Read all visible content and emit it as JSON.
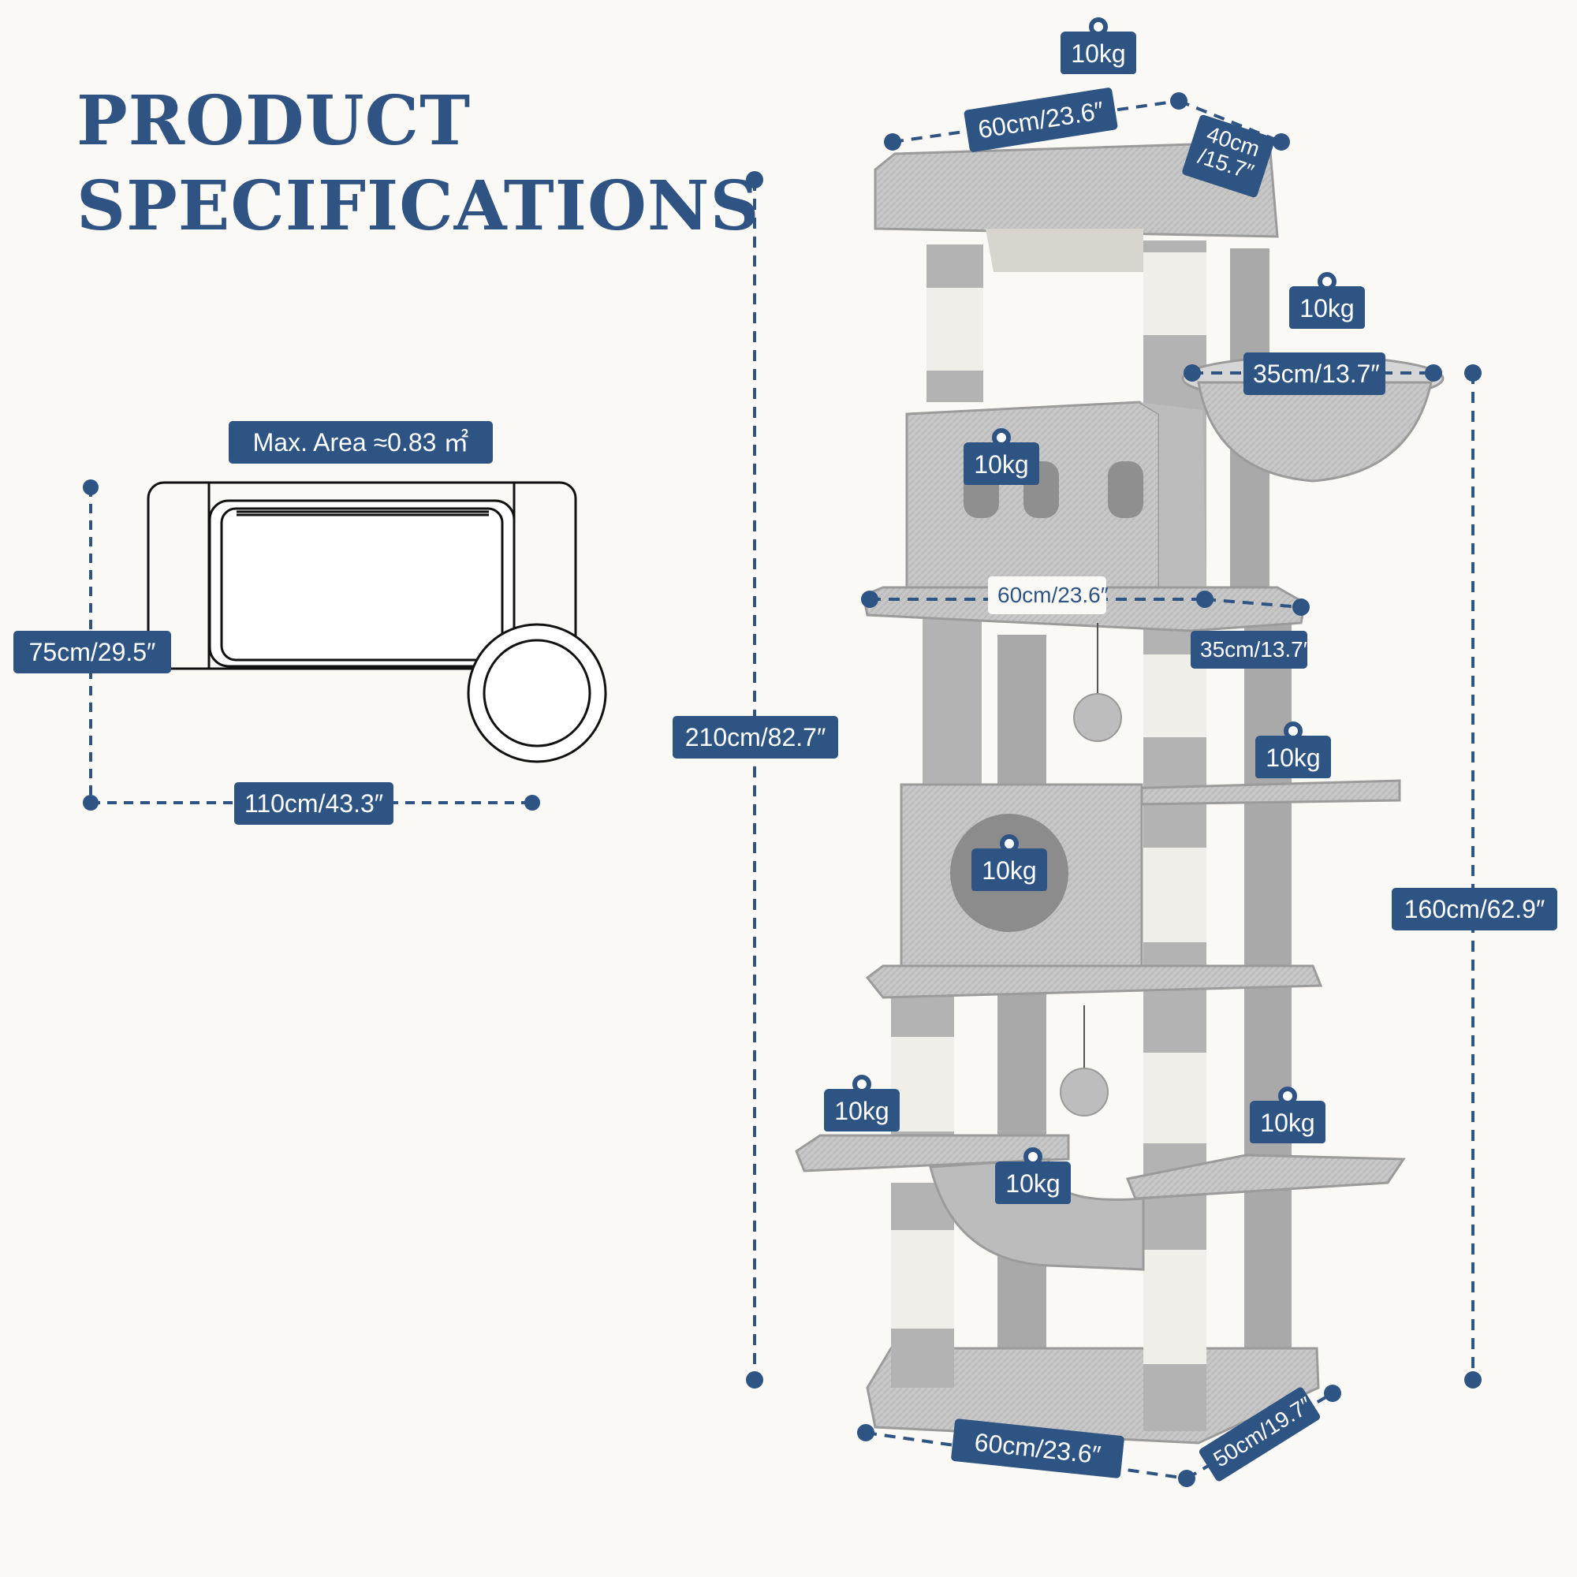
{
  "title": {
    "line1": "PRODUCT",
    "line2": "SPECIFICATIONS"
  },
  "footprint": {
    "area_label": "Max. Area ≈0.83 ㎡",
    "depth_label": "75cm/29.5″",
    "width_label": "110cm/43.3″"
  },
  "dimensions": {
    "top_width": "60cm/23.6″",
    "top_depth_line1": "40cm",
    "top_depth_line2": "/15.7″",
    "total_height": "210cm/82.7″",
    "basket_width": "35cm/13.7″",
    "middle_width": "60cm/23.6″",
    "middle_depth": "35cm/13.7″",
    "partial_height": "160cm/62.9″",
    "base_width": "60cm/23.6″",
    "base_depth": "50cm/19.7″"
  },
  "weights": {
    "top": "10kg",
    "basket": "10kg",
    "condo_upper": "10kg",
    "platform_right": "10kg",
    "condo_lower": "10kg",
    "platform_left": "10kg",
    "hammock": "10kg",
    "platform_lower_right": "10kg"
  },
  "colors": {
    "accent": "#2e5484",
    "plush": "#c9c9c9",
    "sisal": "#efeee8",
    "background": "#fbf9f5"
  }
}
